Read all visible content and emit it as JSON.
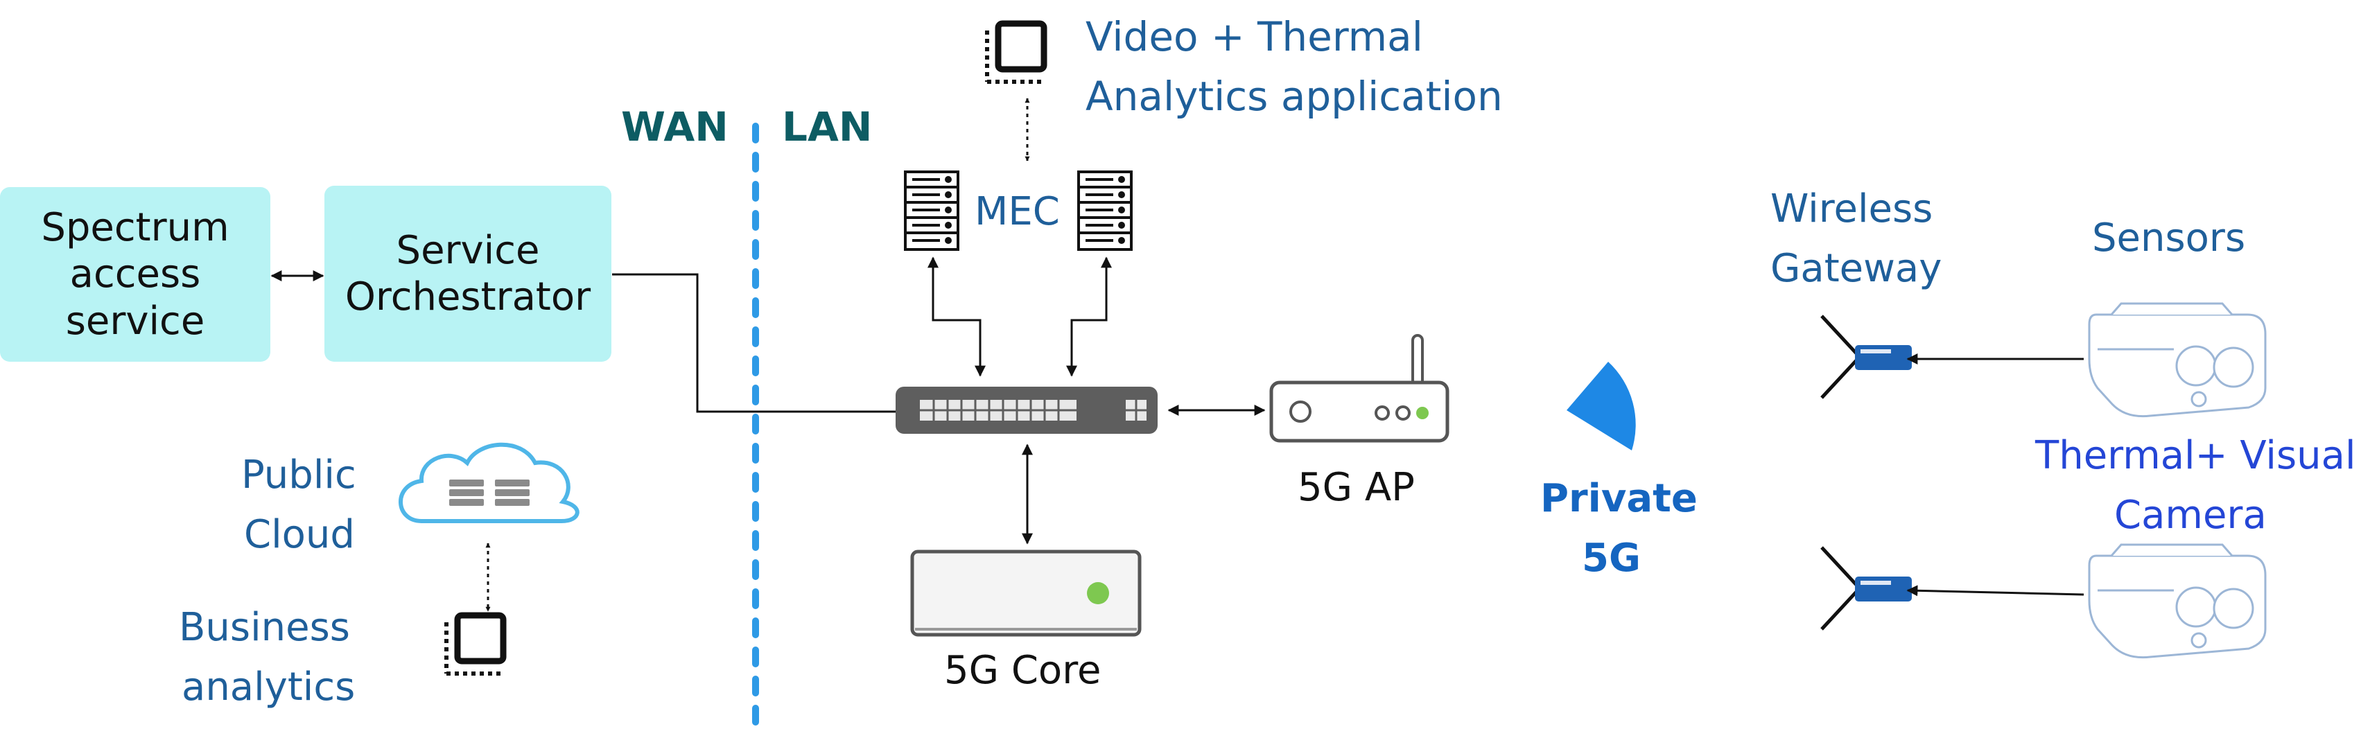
{
  "boundary": {
    "left_label": "WAN",
    "right_label": "LAN"
  },
  "boxes": {
    "spectrum": [
      "Spectrum",
      "access",
      "service"
    ],
    "orchestrator": [
      "Service",
      "Orchestrator"
    ]
  },
  "labels": {
    "video_app": [
      "Video + Thermal",
      "Analytics application"
    ],
    "mec": "MEC",
    "public_cloud": [
      "Public",
      "Cloud"
    ],
    "business": [
      "Business",
      "analytics"
    ],
    "core": "5G Core",
    "ap": "5G AP",
    "private5g": [
      "Private",
      "5G"
    ],
    "gateway": [
      "Wireless",
      "Gateway"
    ],
    "sensors": "Sensors",
    "camera": [
      "Thermal+ Visual",
      "Camera"
    ]
  },
  "colors": {
    "box_fill": "#b8f3f4",
    "label_blue": "#1f5f9a",
    "boundary": "#2e9ae6",
    "private5g": "#1565c0"
  }
}
